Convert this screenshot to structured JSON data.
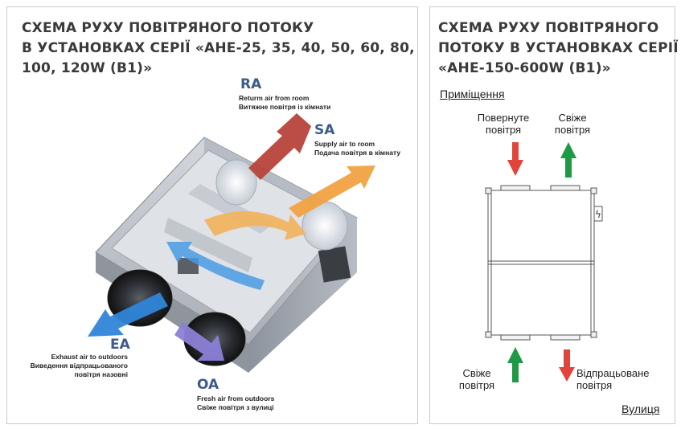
{
  "left_panel": {
    "title_lines": [
      "СХЕМА РУХУ ПОВІТРЯНОГО ПОТОКУ",
      "В УСТАНОВКАХ СЕРІЇ «AHE-25, 35, 40, 50, 60, 80,",
      "100, 120W (B1)»"
    ],
    "ra": {
      "code": "RA",
      "lines": [
        "Returm air from room",
        "Витяжне повітря із кімнати"
      ]
    },
    "sa": {
      "code": "SA",
      "lines": [
        "Supply air to room",
        "Подача повітря в кімнату"
      ]
    },
    "ea": {
      "code": "EA",
      "lines": [
        "Exhaust air to outdoors",
        "Виведення відпрацьованого",
        "повітря назовні"
      ]
    },
    "oa": {
      "code": "OA",
      "lines": [
        "Fresh air from outdoors",
        "Свіже повітря з вулиці"
      ]
    }
  },
  "right_panel": {
    "title_lines": [
      "СХЕМА РУХУ ПОВІТРЯНОГО",
      "ПОТОКУ В УСТАНОВКАХ СЕРІЇ",
      "«AHE-150-600W (B1)»"
    ],
    "room_label": "Приміщення",
    "street_label": "Вулиця",
    "return_air": [
      "Повернуте",
      "повітря"
    ],
    "fresh_air_top": [
      "Свіже",
      "повітря"
    ],
    "fresh_air_bottom": [
      "Свіже",
      "повітря"
    ],
    "exhaust_air": [
      "Відпрацьоване",
      "повітря"
    ],
    "power_symbol": "ϟ"
  },
  "colors": {
    "title": "#3a3a3a",
    "code": "#3d5a8a",
    "arrow_red": "#e0443a",
    "arrow_green": "#1e9a45",
    "arrow_orange": "#f1a243",
    "arrow_blue": "#3b8fde",
    "arrow_purple": "#8b7fd6",
    "arrow_dark_red": "#b8433a"
  }
}
